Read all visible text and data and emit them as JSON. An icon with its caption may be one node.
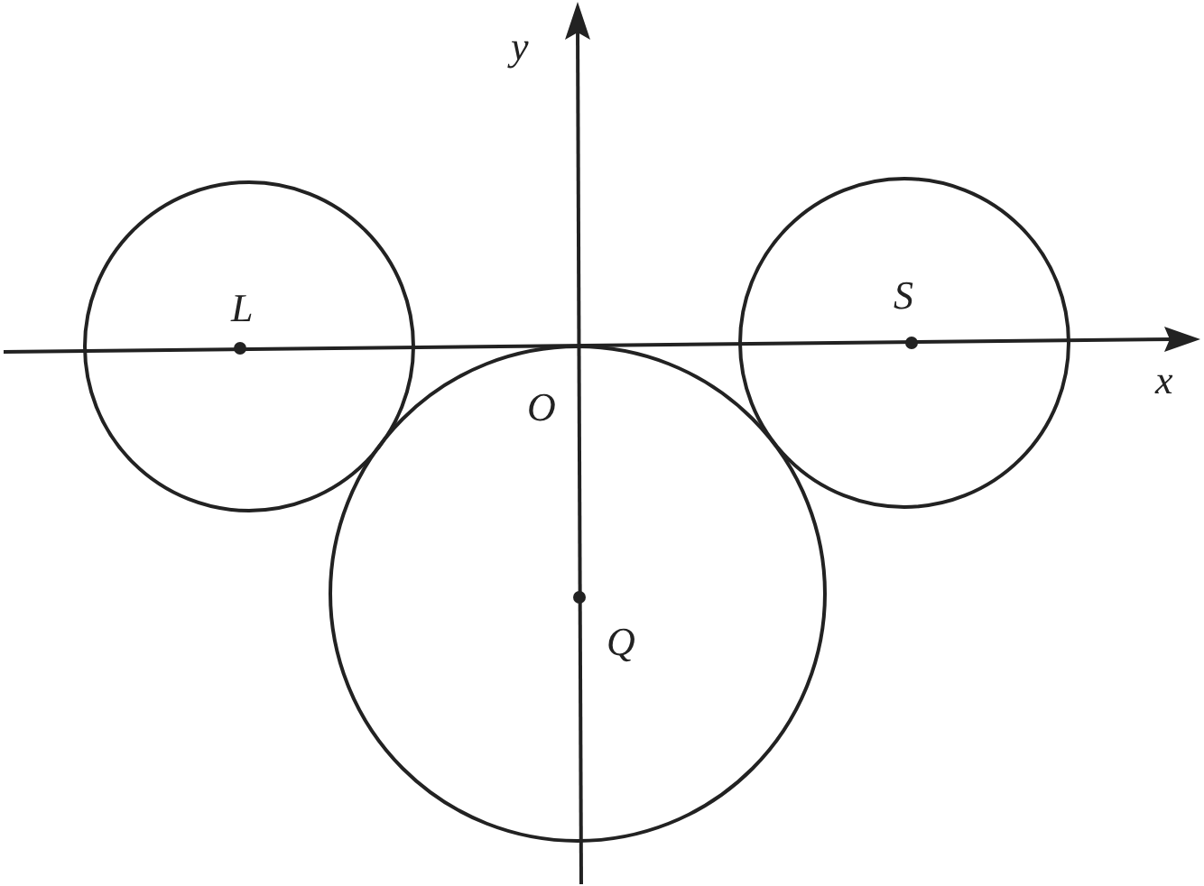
{
  "diagram": {
    "labels": [
      "y",
      "L",
      "S",
      "x",
      "O",
      "Q"
    ]
  }
}
